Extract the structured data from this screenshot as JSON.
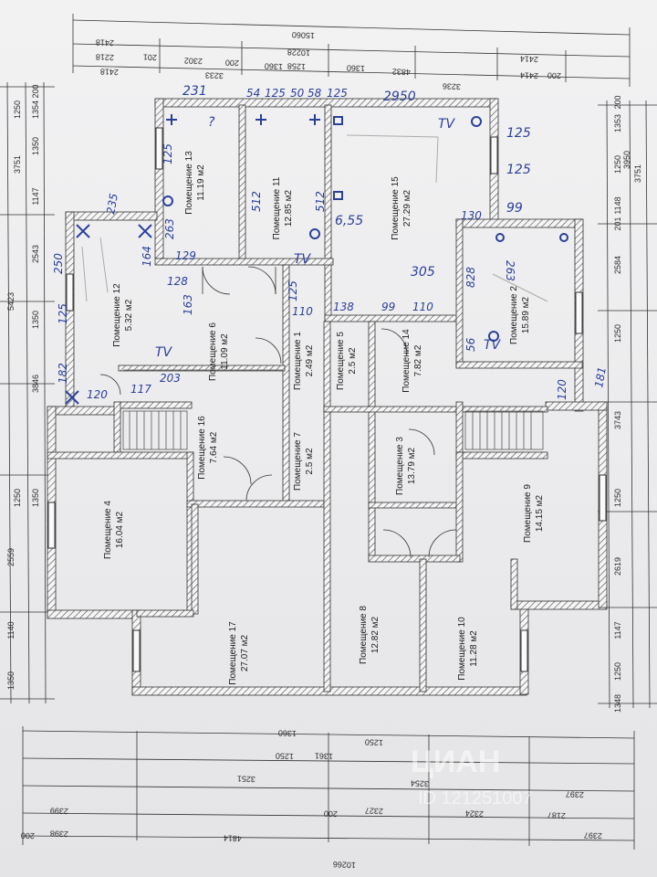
{
  "colors": {
    "ink": "#2b2b2b",
    "wall_hatch": "#555555",
    "pen": "#2b3f9a",
    "paper": "#eeeeef"
  },
  "rooms": [
    {
      "id": "r13",
      "name": "Помещение 13",
      "area": "11.19 м2"
    },
    {
      "id": "r11",
      "name": "Помещение 11",
      "area": "12.85 м2"
    },
    {
      "id": "r15",
      "name": "Помещение 15",
      "area": "27.29 м2"
    },
    {
      "id": "r12",
      "name": "Помещение 12",
      "area": "5.32 м2"
    },
    {
      "id": "r6",
      "name": "Помещение 6",
      "area": "11.09 м2"
    },
    {
      "id": "r1",
      "name": "Помещение 1",
      "area": "2.49 м2"
    },
    {
      "id": "r5",
      "name": "Помещение 5",
      "area": "2.5 м2"
    },
    {
      "id": "r14",
      "name": "Помещение 14",
      "area": "7.82 м2"
    },
    {
      "id": "r2",
      "name": "Помещение 2",
      "area": "15.89 м2"
    },
    {
      "id": "r16",
      "name": "Помещение 16",
      "area": "7.64 м2"
    },
    {
      "id": "r7",
      "name": "Помещение 7",
      "area": "2.5 м2"
    },
    {
      "id": "r3",
      "name": "Помещение 3",
      "area": "13.79 м2"
    },
    {
      "id": "r4",
      "name": "Помещение 4",
      "area": "16.04 м2"
    },
    {
      "id": "r9",
      "name": "Помещение 9",
      "area": "14.15 м2"
    },
    {
      "id": "r17",
      "name": "Помещение 17",
      "area": "27.07 м2"
    },
    {
      "id": "r8",
      "name": "Помещение 8",
      "area": "12.82 м2"
    },
    {
      "id": "r10",
      "name": "Помещение 10",
      "area": "11.28 м2"
    }
  ],
  "dims_top": [
    "15060",
    "10228",
    "2418",
    "2218",
    "201",
    "3233",
    "200",
    "2302",
    "1360",
    "1258",
    "1360",
    "4832",
    "2414",
    "200",
    "2418",
    "2414",
    "3236"
  ],
  "dims_bottom": [
    "1360",
    "1250",
    "1361",
    "1250",
    "3251",
    "3254",
    "2327",
    "2324",
    "200",
    "4814",
    "2399",
    "2398",
    "2187",
    "2397",
    "2397",
    "10266",
    "200"
  ],
  "dims_left": [
    "3751",
    "1250",
    "1350",
    "1147",
    "2543",
    "5423",
    "1350",
    "3846",
    "1350",
    "1250",
    "2559",
    "1140",
    "1350",
    "1354",
    "200"
  ],
  "dims_right": [
    "1353",
    "1250",
    "3751",
    "3950",
    "1148",
    "201",
    "2584",
    "1250",
    "3743",
    "1250",
    "2619",
    "1147",
    "1250",
    "1348",
    "200"
  ],
  "annotations": [
    "231",
    "54",
    "125",
    "50",
    "58",
    "125",
    "2950",
    "TV",
    "125",
    "125",
    "125",
    "99",
    "?",
    "235",
    "263",
    "512",
    "512",
    "6,55",
    "130",
    "263",
    "250",
    "164",
    "129",
    "128",
    "163",
    "TV",
    "305",
    "828",
    "125",
    "125",
    "110",
    "138",
    "99",
    "110",
    "56",
    "TV",
    "182",
    "120",
    "117",
    "203",
    "TV",
    "181",
    "120"
  ],
  "watermark": {
    "brand": "ЦИАН",
    "id": "ID 121251007"
  }
}
